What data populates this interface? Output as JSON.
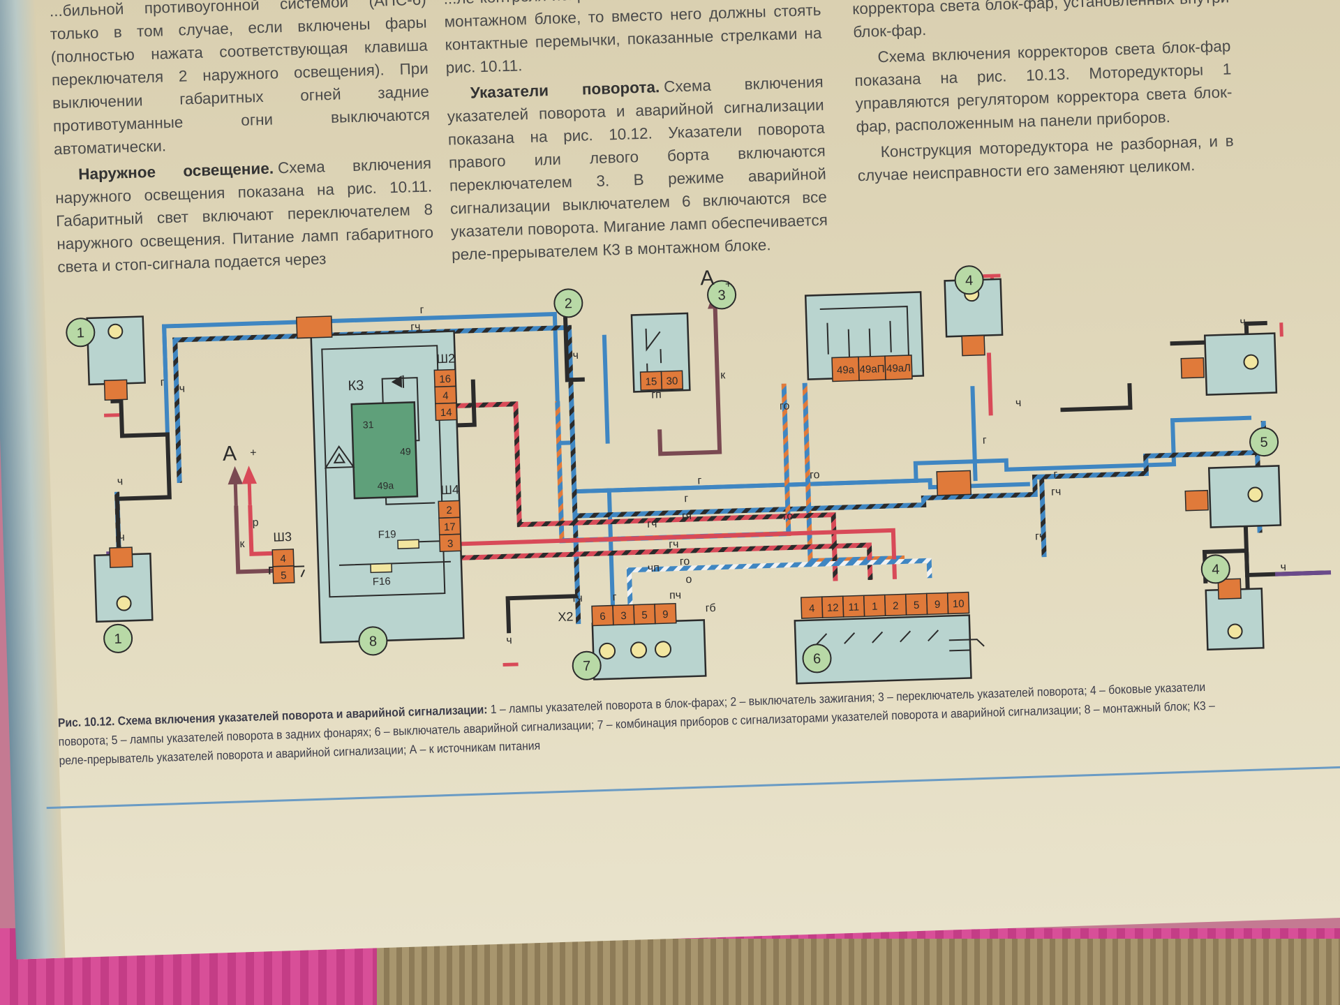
{
  "col1": {
    "p1": "...бильной противоугонной системой (АПС-6) только в том случае, если включены фары (полностью нажата соответствующая клавиша переключателя 2 наружного освещения). При выключении габаритных огней задние противотуманные огни выключаются автоматически.",
    "h2": "Наружное освещение.",
    "p2": "Схема включения наружного освещения показана на рис. 10.11. Габаритный свет включают переключателем 8 наружного освещения. Питание ламп габаритного света и стоп-сигнала подается через"
  },
  "col2": {
    "p1": "...ле контроля исправности ламп не установлено в монтажном блоке, то вместо него должны стоять контактные перемычки, показанные стрелками на рис. 10.11.",
    "h2": "Указатели поворота.",
    "p2": "Схема включения указателей поворота и аварийной сигнализации показана на рис. 10.12. Указатели поворота правого или левого борта включаются переключателем 3. В режиме аварийной сигнализации выключателем 6 включаются все указатели поворота. Мигание ламп обеспечивается реле-прерывателем К3 в монтажном блоке."
  },
  "col3": {
    "p1": "...мости от ... по вертикали моторедукторы корректора света блок-фар, установленных внутри блок-фар.",
    "p2": "Схема включения корректоров света блок-фар показана на рис. 10.13. Моторедукторы 1 управляются регулятором корректора света блок-фар, расположенным на панели приборов.",
    "p3": "Конструкция моторедуктора не разборная, и в случае неисправности его заменяют целиком."
  },
  "diagram": {
    "callouts": [
      "1",
      "1",
      "2",
      "3",
      "4",
      "4",
      "5",
      "6",
      "7",
      "8"
    ],
    "connectors": {
      "sh2": "Ш2",
      "sh2_pins": [
        "16",
        "4",
        "14"
      ],
      "sh3": "Ш3",
      "sh3_pins": [
        "4",
        "5"
      ],
      "sh4": "Ш4",
      "sh4_pins": [
        "2",
        "17",
        "3"
      ],
      "x2": "Х2",
      "x2_pins": [
        "6",
        "3",
        "5",
        "9"
      ],
      "ign_pins": [
        "15",
        "30"
      ],
      "sw3_pins": [
        "49а",
        "49аП",
        "49аЛ"
      ],
      "haz_pins": [
        "4",
        "12",
        "11",
        "1",
        "2",
        "5",
        "9",
        "10"
      ]
    },
    "relay": {
      "name": "К3",
      "pins": [
        "31",
        "49",
        "49а"
      ]
    },
    "fuses": [
      "F19",
      "F16"
    ],
    "power": {
      "label": "А",
      "sign": "+"
    },
    "wire_labels": {
      "g": "г",
      "gch": "гч",
      "ch": "ч",
      "go": "го",
      "chp": "чп",
      "o": "о",
      "pch": "пч",
      "gb": "гб",
      "k": "к",
      "r": "р",
      "gp": "гп"
    },
    "colors": {
      "blue": "#3f86c2",
      "red": "#d84a58",
      "black": "#2b2b2b",
      "orange": "#e07a3a",
      "brown": "#7a4a52",
      "violet": "#6a4a8a",
      "lamp_box": "#b9d4cf",
      "callout": "#b8d9a6"
    }
  },
  "caption": {
    "bold": "Рис. 10.12. Схема включения указателей поворота и аварийной сигнализации:",
    "rest": "1 – лампы указателей поворота в блок-фарах; 2 – выключатель зажигания; 3 – переключатель указателей поворота; 4 – боковые указатели поворота; 5 – лампы указателей поворота в задних фонарях; 6 – выключатель аварийной сигнализации; 7 – комбинация приборов с сигнализаторами указателей поворота и аварийной сигнализации; 8 – монтажный блок; К3 – реле-прерыватель указателей поворота и аварийной сигнализации; А – к источникам питания"
  }
}
